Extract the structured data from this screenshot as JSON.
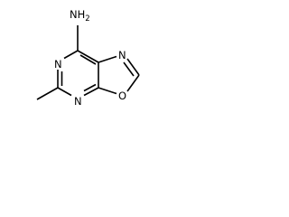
{
  "structure": {
    "atoms": {
      "amine": "NH",
      "amine_subscript": "2",
      "pyrimidine_n_upper": "N",
      "pyrimidine_n_lower": "N",
      "oxazole_n": "N",
      "oxazole_o": "O"
    }
  }
}
